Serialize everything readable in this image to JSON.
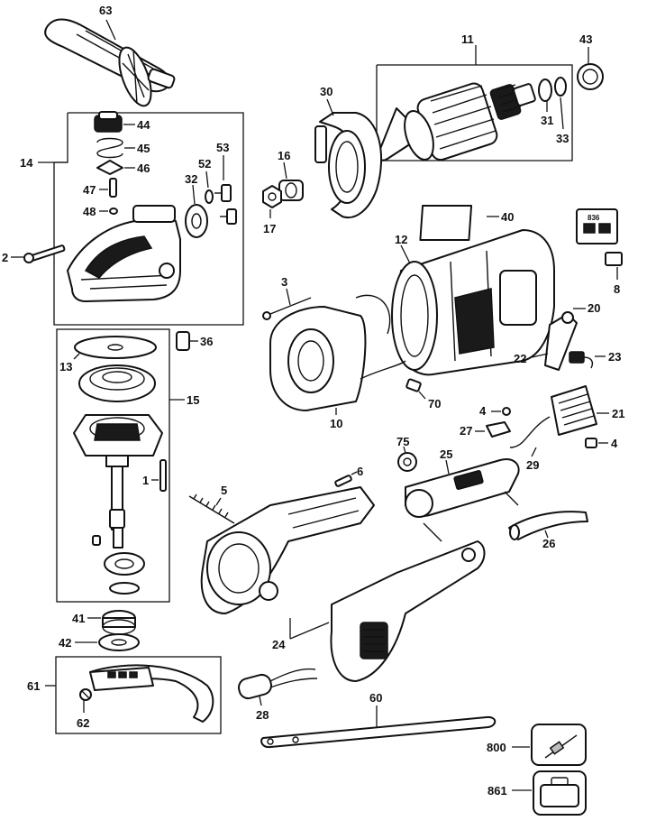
{
  "diagram": {
    "type": "exploded-parts-view",
    "callouts": {
      "p63": "63",
      "p11": "11",
      "p43": "43",
      "p30": "30",
      "p44": "44",
      "p31": "31",
      "p33": "33",
      "p14": "14",
      "p45": "45",
      "p46": "46",
      "p53": "53",
      "p16": "16",
      "p52": "52",
      "p47": "47",
      "p32": "32",
      "p48": "48",
      "p17": "17",
      "p40": "40",
      "p836": "836",
      "p12": "12",
      "p2": "2",
      "p8": "8",
      "p3": "3",
      "p20": "20",
      "p36": "36",
      "p13": "13",
      "p22": "22",
      "p23": "23",
      "p15": "15",
      "p10": "10",
      "p70": "70",
      "p4a": "4",
      "p21": "21",
      "p27": "27",
      "p75": "75",
      "p4b": "4",
      "p25": "25",
      "p29": "29",
      "p6": "6",
      "p1": "1",
      "p5": "5",
      "p26": "26",
      "p41": "41",
      "p24": "24",
      "p42": "42",
      "p61": "61",
      "p60": "60",
      "p28": "28",
      "p62": "62",
      "p800": "800",
      "p861": "861"
    }
  }
}
